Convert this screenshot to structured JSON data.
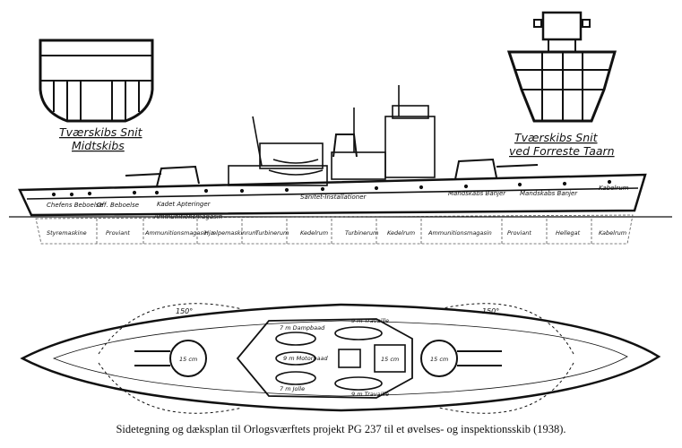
{
  "sections": {
    "midships_title": "Tværskibs Snit",
    "midships_sub": "Midtskibs",
    "forward_title": "Tværskibs Snit",
    "forward_sub": "ved Forreste Taarn"
  },
  "profile_labels": {
    "upper": [
      "Chefens Beboelse",
      "Off. Beboelse",
      "Kadet Apteringer",
      "Ammunitionsmagasin",
      "Sanitet-Installationer",
      "Mandskabs Banjer",
      "Mandskabs Banjer",
      "Kabelrum"
    ],
    "lower": [
      "Styremaskine",
      "Proviant",
      "Ammunitionsmagasin",
      "Hjælpemaskinrum",
      "Turbinerum",
      "Kedelrum",
      "Turbinerum",
      "Kedelrum",
      "Ammunitionsmagasin",
      "Proviant",
      "Hellegat",
      "Kabelrum"
    ]
  },
  "plan_labels": {
    "arc_left": "150°",
    "arc_right": "150°",
    "boats": [
      "9 m Travaille",
      "9 m Motorbaad",
      "9 m Travaille",
      "7 m Dampbaad",
      "7 m Jolle"
    ],
    "guns": [
      "15 cm",
      "15 cm",
      "15 cm"
    ]
  },
  "caption": "Sidetegning og dæksplan til Orlogsværftets projekt PG 237 til et øvelses- og inspektionsskib (1938)."
}
